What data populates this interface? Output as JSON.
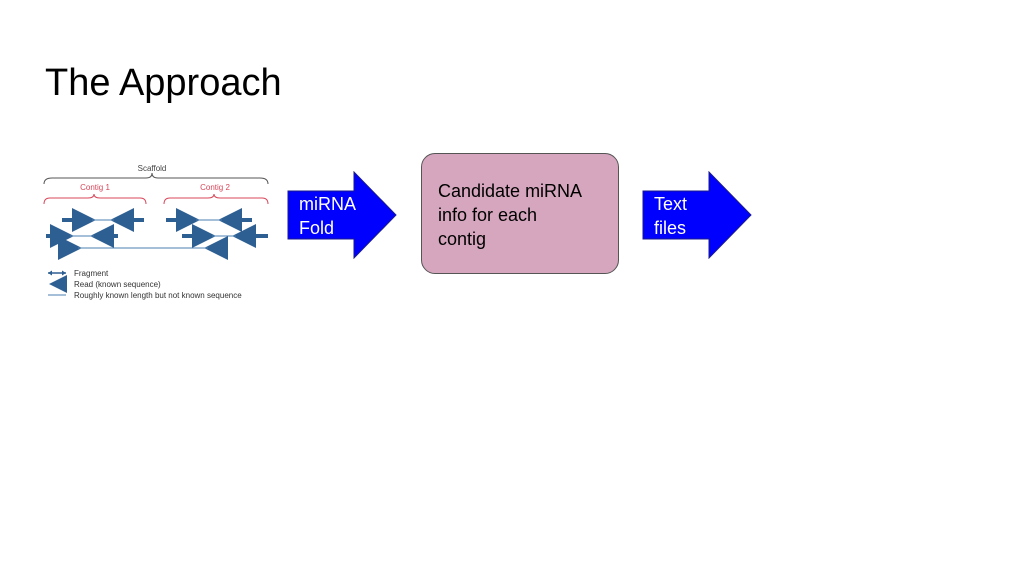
{
  "slide": {
    "title": "The Approach"
  },
  "scaffold_figure": {
    "scaffold_label": "Scaffold",
    "contig1_label": "Contig 1",
    "contig2_label": "Contig 2",
    "legend": [
      {
        "label": "Fragment"
      },
      {
        "label": "Read (known sequence)"
      },
      {
        "label": "Roughly known length but not known sequence"
      }
    ],
    "colors": {
      "bracket": "#555555",
      "contig": "#d9475a",
      "read": "#2e5f93",
      "line": "#4d7fb3"
    }
  },
  "arrow1": {
    "line1": "miRNA",
    "line2": "Fold",
    "color": "#0000ff"
  },
  "box": {
    "line1": "Candidate miRNA",
    "line2": "info for each",
    "line3": "contig",
    "color": "#d5a6bd"
  },
  "arrow2": {
    "line1": "Text",
    "line2": "files",
    "color": "#0000ff"
  }
}
